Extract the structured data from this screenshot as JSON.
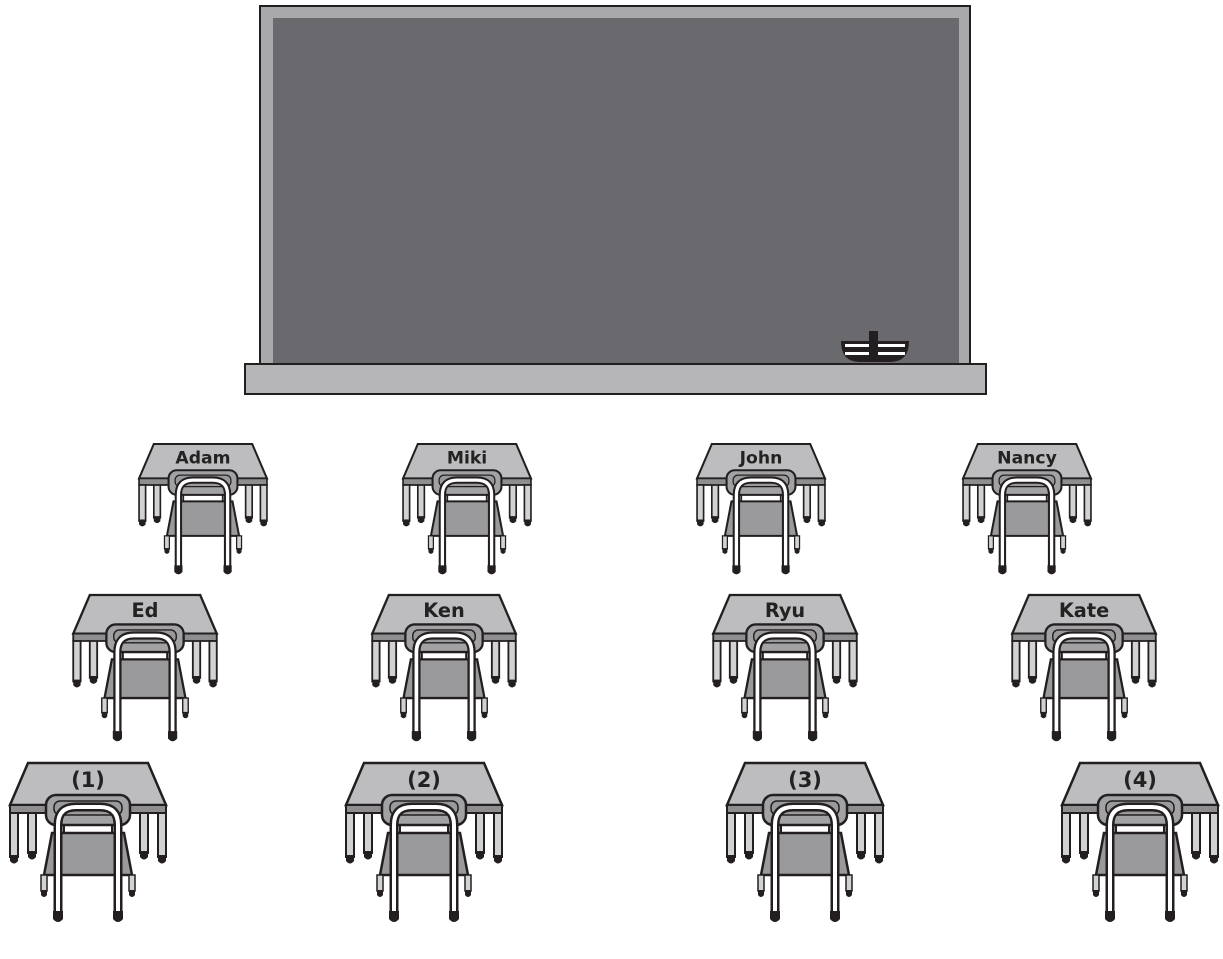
{
  "blackboard": {
    "frame_color": "#a9a9ab",
    "board_color": "#6a6a6e",
    "ledge_color": "#b6b6b8",
    "outline_color": "#231f20"
  },
  "desk_colors": {
    "top": "#bdbdbf",
    "edge": "#8e8e90",
    "seat": "#9a9a9c",
    "chair_back": "#a2a2a4",
    "leg": "#d2d2d4",
    "foot": "#231f20"
  },
  "rows": [
    {
      "desks": [
        {
          "label": "Adam"
        },
        {
          "label": "Miki"
        },
        {
          "label": "John"
        },
        {
          "label": "Nancy"
        }
      ]
    },
    {
      "desks": [
        {
          "label": "Ed"
        },
        {
          "label": "Ken"
        },
        {
          "label": "Ryu"
        },
        {
          "label": "Kate"
        }
      ]
    },
    {
      "desks": [
        {
          "label": "(1)"
        },
        {
          "label": "(2)"
        },
        {
          "label": "(3)"
        },
        {
          "label": "(4)"
        }
      ]
    }
  ]
}
